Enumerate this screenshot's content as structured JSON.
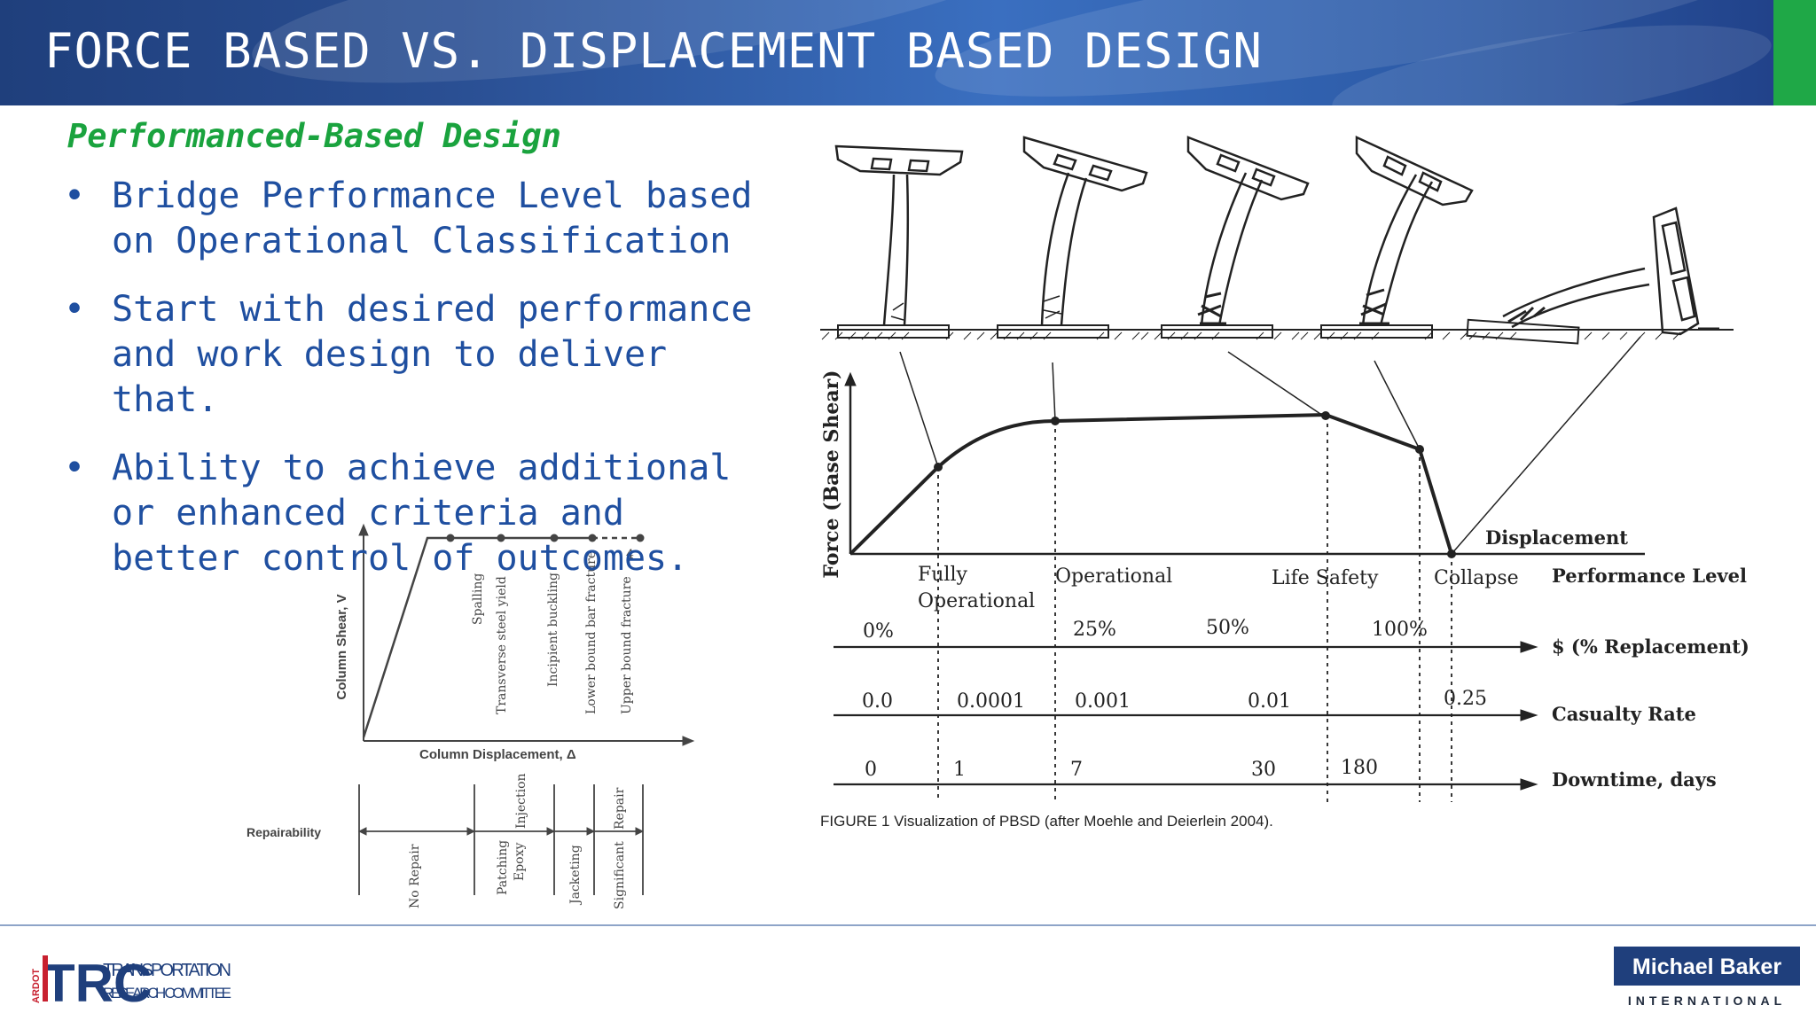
{
  "header": {
    "title": "FORCE BASED VS. DISPLACEMENT BASED DESIGN"
  },
  "content": {
    "subtitle": "Performanced-Based Design",
    "bullet_symbol": "•",
    "bullets": [
      "Bridge Performance Level based on Operational Classification",
      "Start with  desired performance and work design to deliver that.",
      "Ability to achieve additional or enhanced criteria and better control of outcomes."
    ]
  },
  "figure_right": {
    "y_axis": "Force (Base Shear)",
    "x_axis": "Displacement",
    "levels": [
      "Fully",
      "Operational",
      "Operational",
      "Life Safety",
      "Collapse"
    ],
    "row_headers": [
      "Performance Level",
      "$ (% Replacement)",
      "Casualty Rate",
      "Downtime, days"
    ],
    "replacement": [
      "0%",
      "25%",
      "50%",
      "100%"
    ],
    "casualty": [
      "0.0",
      "0.0001",
      "0.001",
      "0.01",
      "0.25"
    ],
    "downtime": [
      "0",
      "1",
      "7",
      "30",
      "180"
    ],
    "caption": "FIGURE 1  Visualization of PBSD (after Moehle and Deierlein 2004)."
  },
  "figure_left": {
    "y_axis": "Column Shear, V",
    "x_axis": "Column Displacement, Δ",
    "states": [
      "Spalling",
      "Transverse steel yield",
      "Incipient buckling",
      "Lower bound bar fracture",
      "Upper bound fracture"
    ],
    "marker": "4",
    "repairability_label": "Repairability",
    "repairs": [
      "No Repair",
      "Patching",
      "Epoxy",
      "Injection",
      "Jacketing",
      "Significant",
      "Repair"
    ]
  },
  "footer": {
    "left_logo": {
      "vertical": "ARDOT",
      "mark": "TRC",
      "line1": "TRANSPORTATION",
      "line2": "RESEARCH COMMITTEE"
    },
    "right_logo": {
      "line1": "Michael Baker",
      "line2": "INTERNATIONAL"
    }
  }
}
